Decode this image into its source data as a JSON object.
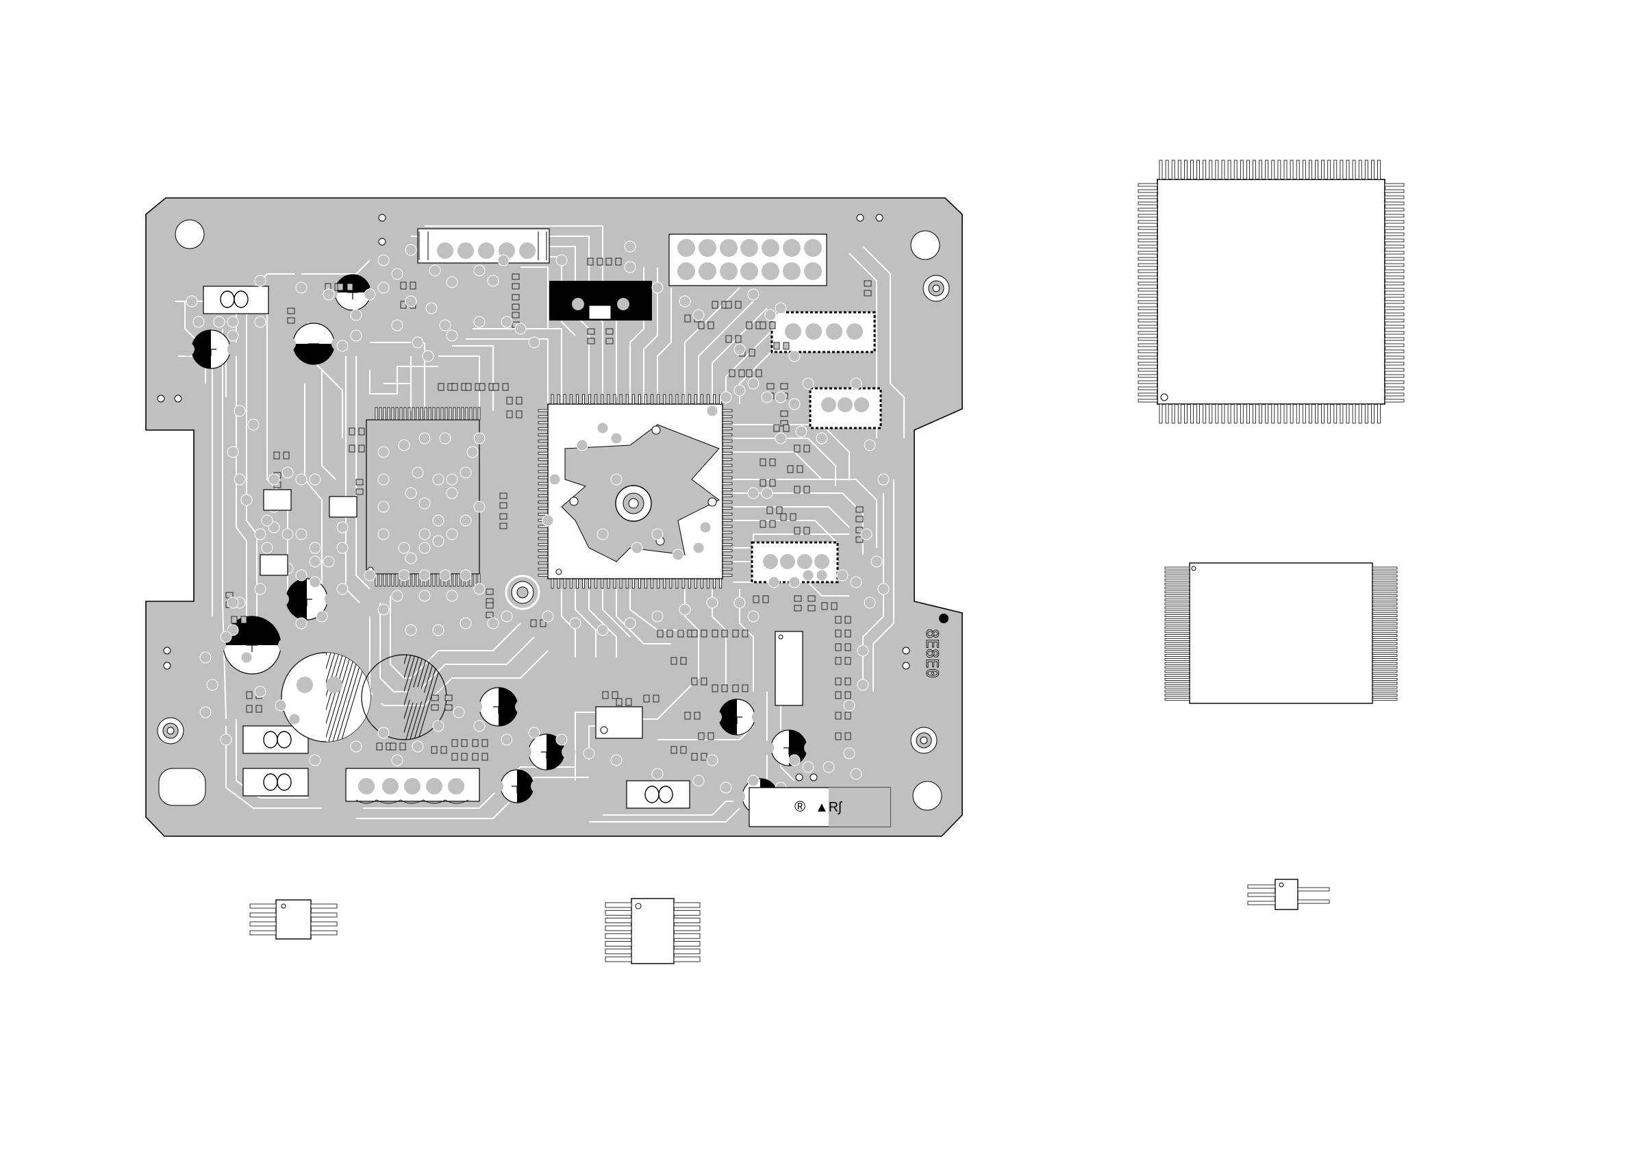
{
  "board": {
    "corner_marks": "® ",
    "id_text": "▲Rʃ",
    "side_code": "8E8E0"
  },
  "colors": {
    "board_fill": "#c0c0c0",
    "trace": "#c0c0c0",
    "ink": "#000000",
    "paper": "#ffffff"
  },
  "parts": [
    {
      "kind": "qfp",
      "pins_per_side": 36,
      "label": ""
    },
    {
      "kind": "tsop",
      "pins_per_side": 34,
      "label": ""
    },
    {
      "kind": "soic-8",
      "pins_per_side": 4,
      "label": ""
    },
    {
      "kind": "ssop-16",
      "pins_per_side": 8,
      "label": ""
    },
    {
      "kind": "sot-3",
      "pins_per_side": 2,
      "label": ""
    }
  ]
}
